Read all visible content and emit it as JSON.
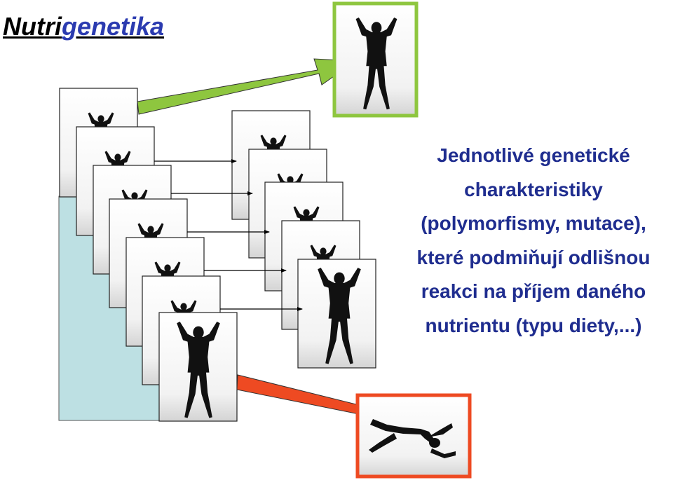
{
  "title": {
    "part1": "Nutri",
    "part2": "genetika"
  },
  "caption": [
    "Jednotlivé genetické",
    "charakteristiky",
    "(polymorfismy, mutace),",
    "které podmiňují odlišnou",
    "reakci na příjem daného",
    "nutrientu (typu diety,...)"
  ],
  "colors": {
    "title_accent": "#2b3bb0",
    "caption": "#1f2d8f",
    "positive": "#8ec63f",
    "negative": "#ee4a22",
    "population": "#bde0e3"
  },
  "icons": {
    "person": "person-arms-raised-icon",
    "person_fallen": "person-fallen-icon"
  },
  "outcomes": {
    "positive": "green-framed-photo",
    "negative": "red-framed-photo"
  }
}
